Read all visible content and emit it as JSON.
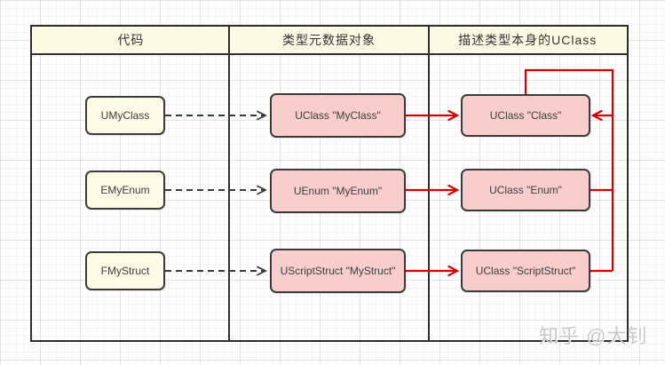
{
  "table": {
    "headers": [
      {
        "label": "代码"
      },
      {
        "label": "类型元数据对象"
      },
      {
        "label": "描述类型本身的UClass"
      }
    ],
    "rows": [
      {
        "code": "UMyClass",
        "metadata": "UClass \"MyClass\"",
        "uclass": "UClass \"Class\""
      },
      {
        "code": "EMyEnum",
        "metadata": "UEnum \"MyEnum\"",
        "uclass": "UClass \"Enum\""
      },
      {
        "code": "FMyStruct",
        "metadata": "UScriptStruct \"MyStruct\"",
        "uclass": "UClass \"ScriptStruct\""
      }
    ]
  },
  "colors": {
    "header_fill": "#FBFBE3",
    "code_box_fill": "#FBFBE6",
    "metadata_box_fill": "#F8CECC",
    "box_border": "#3B3B3B",
    "table_border": "#2E2E2E",
    "red_arrow": "#D40000",
    "dashed_arrow": "#3A3A3A"
  },
  "watermark": "知乎 @大钊"
}
